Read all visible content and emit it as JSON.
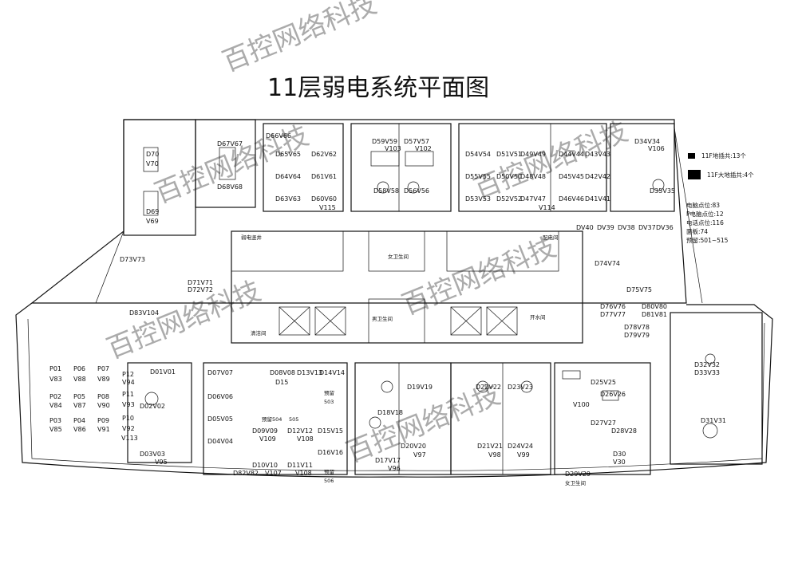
{
  "title": "11层弱电系统平面图",
  "watermark": "百控网络科技",
  "legend": {
    "small_box": {
      "label": "11F地插共:13个",
      "color": "#000000"
    },
    "large_box": {
      "label": "11F大地插共:4个",
      "color": "#000000"
    }
  },
  "stats": [
    "电脑点位:83",
    "P电脑点位:12",
    "电话点位:116",
    "面板:74",
    "预留:501~515"
  ],
  "rooms": {
    "top_left": {
      "labels": [
        "D70",
        "V70",
        "D69",
        "V69",
        "D67V67",
        "D68V68"
      ]
    },
    "top_desks": {
      "labels": [
        "D66V66",
        "D65V65",
        "D62V62",
        "D64V64",
        "D61V61",
        "D63V63",
        "D60V60",
        "V115",
        "D59V59",
        "D57V57",
        "V103",
        "V102",
        "D58V58",
        "D56V56",
        "D54V54",
        "D51V51",
        "D49V49",
        "D44V44",
        "D43V43",
        "D55V55",
        "D50V50",
        "D48V48",
        "D45V45",
        "D42V42",
        "D53V53",
        "D52V52",
        "D47V47",
        "D46V46",
        "D41V41",
        "V114",
        "D34V34",
        "V106",
        "D35V35"
      ]
    },
    "core": {
      "labels": [
        "弱电竖井",
        "配电间",
        "女卫生间",
        "男卫生间",
        "清洁间",
        "开水间"
      ]
    },
    "right_side": {
      "labels": [
        "DV40",
        "DV39",
        "DV38",
        "DV37",
        "DV36",
        "D74V74",
        "D75V75",
        "D76V76",
        "D77V77",
        "D80V80",
        "D81V81",
        "D78V78",
        "D79V79"
      ]
    },
    "left_side": {
      "labels": [
        "D73V73",
        "D71V71",
        "D72V72",
        "D83V104"
      ]
    },
    "bottom_left": {
      "labels": [
        "P01",
        "P06",
        "P07",
        "V83",
        "V88",
        "V89",
        "P12",
        "V94",
        "P02",
        "P05",
        "P08",
        "V84",
        "V87",
        "V90",
        "P11",
        "V93",
        "P03",
        "P04",
        "P09",
        "V85",
        "V86",
        "V91",
        "P10",
        "V92",
        "V113",
        "D01V01",
        "D02V02",
        "D03V03",
        "V95"
      ]
    },
    "bottom_mid": {
      "labels": [
        "D07V07",
        "D06V06",
        "D05V05",
        "D04V04",
        "D08V08",
        "D13V13",
        "D14V14",
        "D15",
        "预留",
        "503",
        "预留504",
        "505",
        "D09V09",
        "D12V12",
        "D15V15",
        "V109",
        "V108",
        "D10V10",
        "D11V11",
        "D16V16",
        "D82V82",
        "V107",
        "V108",
        "预留",
        "506"
      ]
    },
    "bottom_center": {
      "labels": [
        "D19V19",
        "D18V18",
        "D20V20",
        "D17V17",
        "V96",
        "V97",
        "D22V22",
        "D23V23",
        "D21V21",
        "D24V24",
        "V98",
        "V99"
      ]
    },
    "bottom_right": {
      "labels": [
        "D25V25",
        "D26V26",
        "V100",
        "D27V27",
        "D28V28",
        "D30",
        "V30",
        "D29V29",
        "女卫生间",
        "D32V32",
        "D33V33",
        "D31V31"
      ]
    }
  }
}
